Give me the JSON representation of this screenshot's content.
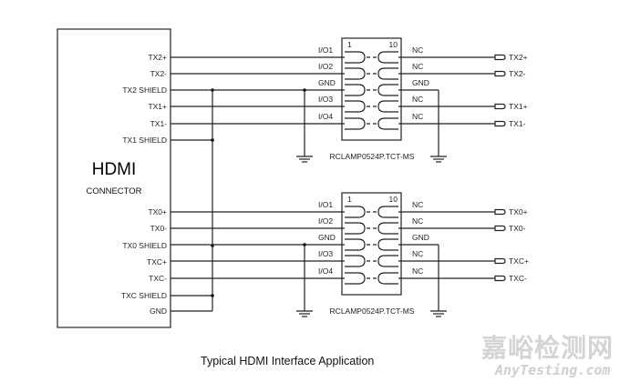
{
  "connector": {
    "title": "HDMI",
    "subtitle": "CONNECTOR",
    "pins": [
      "TX2+",
      "TX2-",
      "TX2 SHIELD",
      "TX1+",
      "TX1-",
      "TX1 SHIELD",
      "TX0+",
      "TX0-",
      "TX0 SHIELD",
      "TXC+",
      "TXC-",
      "TXC SHIELD",
      "GND"
    ]
  },
  "chips": [
    {
      "part": "RCLAMP0524P.TCT-MS",
      "pin_first": "1",
      "pin_last": "10",
      "left_pins": [
        "I/O1",
        "I/O2",
        "GND",
        "I/O3",
        "I/O4"
      ],
      "right_pins": [
        "NC",
        "NC",
        "GND",
        "NC",
        "NC"
      ],
      "outputs": [
        "TX2+",
        "TX2-",
        "TX1+",
        "TX1-"
      ]
    },
    {
      "part": "RCLAMP0524P.TCT-MS",
      "pin_first": "1",
      "pin_last": "10",
      "left_pins": [
        "I/O1",
        "I/O2",
        "GND",
        "I/O3",
        "I/O4"
      ],
      "right_pins": [
        "NC",
        "NC",
        "GND",
        "NC",
        "NC"
      ],
      "outputs": [
        "TX0+",
        "TX0-",
        "TXC+",
        "TXC-"
      ]
    }
  ],
  "caption": "Typical HDMI Interface Application",
  "watermark": {
    "line1": "嘉峪检测网",
    "line2": "AnyTesting.com"
  }
}
